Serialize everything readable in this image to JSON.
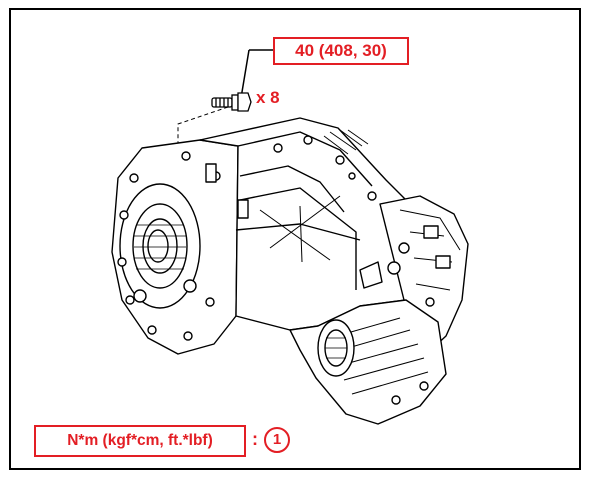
{
  "torque_callout": {
    "label": "40 (408, 30)"
  },
  "bolt_count": "x 8",
  "legend": {
    "units": "N*m (kgf*cm, ft.*lbf)",
    "separator": ":",
    "marker": "1"
  },
  "colors": {
    "callout_red": "#e31e24",
    "line": "#000000",
    "background": "#ffffff"
  },
  "icons": [
    "bolt-icon",
    "transfer-case-illustration"
  ]
}
